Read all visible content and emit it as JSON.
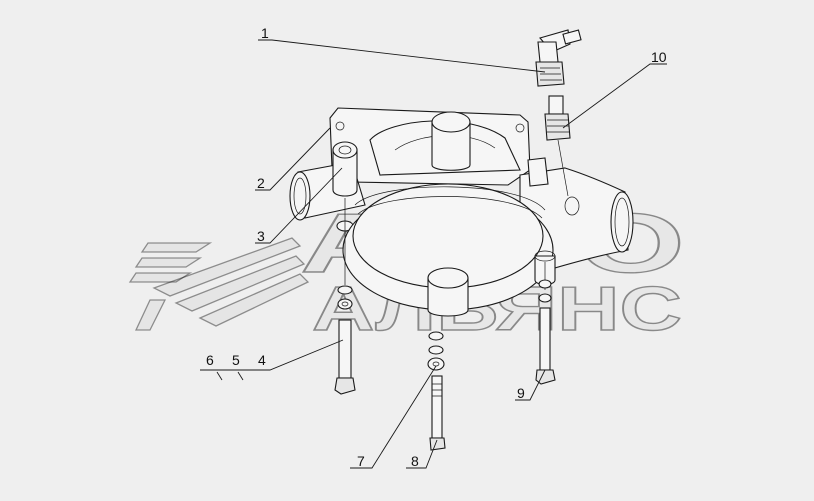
{
  "callouts": [
    {
      "id": "1",
      "label": "1"
    },
    {
      "id": "2",
      "label": "2"
    },
    {
      "id": "3",
      "label": "3"
    },
    {
      "id": "4",
      "label": "4"
    },
    {
      "id": "5",
      "label": "5"
    },
    {
      "id": "6",
      "label": "6"
    },
    {
      "id": "7",
      "label": "7"
    },
    {
      "id": "8",
      "label": "8"
    },
    {
      "id": "9",
      "label": "9"
    },
    {
      "id": "10",
      "label": "10"
    }
  ],
  "watermark": {
    "line1": "АВТО",
    "line2": "АЛЬЯНС"
  },
  "colors": {
    "background": "#efefef",
    "ink": "#1a1a1a"
  }
}
